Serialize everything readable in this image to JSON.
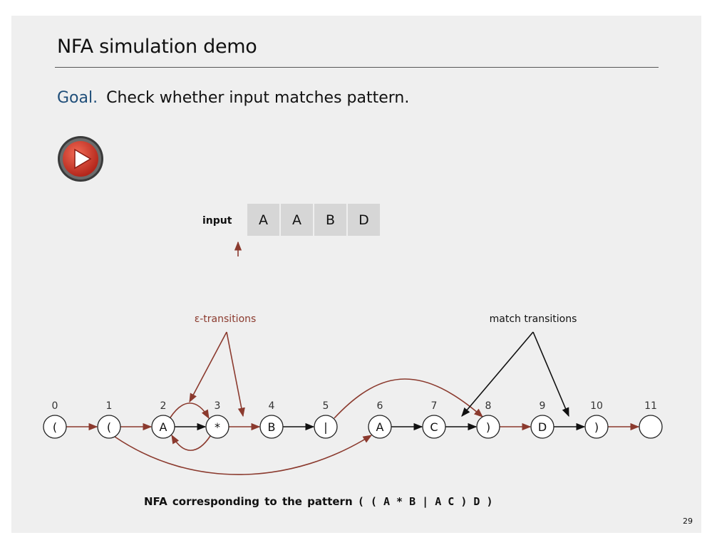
{
  "slide": {
    "title": "NFA simulation demo",
    "goal_label": "Goal.",
    "goal_text": "Check whether input matches pattern.",
    "page_number": "29"
  },
  "play_button": {
    "icon": "play-icon",
    "color": "#d9392b"
  },
  "input": {
    "label": "input",
    "chars": [
      "A",
      "A",
      "B",
      "D"
    ],
    "pointer_index": 0,
    "pointer_icon": "up-arrow-icon"
  },
  "annotations": {
    "epsilon": "ε-transitions",
    "match": "match transitions"
  },
  "nfa": {
    "states": [
      {
        "index": "0",
        "char": "("
      },
      {
        "index": "1",
        "char": "("
      },
      {
        "index": "2",
        "char": "A"
      },
      {
        "index": "3",
        "char": "*"
      },
      {
        "index": "4",
        "char": "B"
      },
      {
        "index": "5",
        "char": "|"
      },
      {
        "index": "6",
        "char": "A"
      },
      {
        "index": "7",
        "char": "C"
      },
      {
        "index": "8",
        "char": ")"
      },
      {
        "index": "9",
        "char": "D"
      },
      {
        "index": "10",
        "char": ")"
      },
      {
        "index": "11",
        "char": ""
      }
    ],
    "epsilon_edges": [
      [
        0,
        1
      ],
      [
        1,
        2
      ],
      [
        2,
        3
      ],
      [
        3,
        2
      ],
      [
        3,
        4
      ],
      [
        5,
        8
      ],
      [
        1,
        6
      ],
      [
        8,
        9
      ],
      [
        10,
        11
      ]
    ],
    "match_edges": [
      [
        2,
        3
      ],
      [
        4,
        5
      ],
      [
        6,
        7
      ],
      [
        7,
        8
      ],
      [
        9,
        10
      ]
    ],
    "colors": {
      "epsilon": "#8b3a2e",
      "match": "#111111"
    }
  },
  "caption": {
    "prefix": "NFA corresponding to the pattern",
    "pattern": "( ( A * B | A C ) D )"
  }
}
